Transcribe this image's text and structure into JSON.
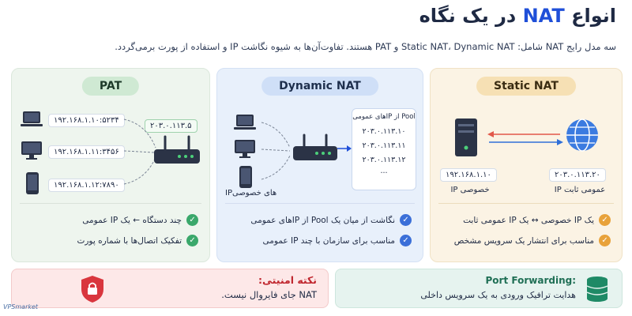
{
  "header": {
    "title_prefix": "انواع",
    "title_highlight": "NAT",
    "title_suffix": "در یک نگاه",
    "subtitle": "سه مدل رایج NAT شامل: Static NAT، Dynamic NAT و PAT هستند. تفاوت‌آن‌ها به شیوه نگاشت IP و استفاده از پورت برمی‌گردد."
  },
  "pat": {
    "title": "PAT",
    "public_ip": "۲۰۳.۰.۱۱۳.۵",
    "devices": [
      "۱۹۲.۱۶۸.۱.۱۰:۵۲۳۴",
      "۱۹۲.۱۶۸.۱.۱۱:۳۴۵۶",
      "۱۹۲.۱۶۸.۱.۱۲:۷۸۹۰"
    ],
    "features": [
      "چند دستگاه ← یک IP عمومی",
      "تفکیک اتصال‌ها با شماره پورت"
    ]
  },
  "dynamic": {
    "title": "Dynamic NAT",
    "pool_title": "Pool از IPهای عمومی",
    "pool_ips": [
      "۲۰۳.۰.۱۱۳.۱۰",
      "۲۰۳.۰.۱۱۳.۱۱",
      "۲۰۳.۰.۱۱۳.۱۲",
      "..."
    ],
    "private_label": "IPهای خصوصی",
    "features": [
      "نگاشت از میان یک Pool از IPهای عمومی",
      "مناسب برای سازمان با چند IP عمومی"
    ]
  },
  "static": {
    "title": "Static NAT",
    "private_ip": "۱۹۲.۱۶۸.۱.۱۰",
    "private_label": "IP خصوصی",
    "public_ip": "۲۰۳.۰.۱۱۳.۲۰",
    "public_label": "IP عمومی ثابت",
    "features": [
      "یک IP خصوصی ↔ یک IP عمومی ثابت",
      "مناسب برای انتشار یک سرویس مشخص"
    ]
  },
  "security": {
    "title": "نکته امنیتی:",
    "text": "NAT جای فایروال نیست."
  },
  "port_forwarding": {
    "title": "Port Forwarding:",
    "text": "هدایت ترافیک ورودی به یک سرویس داخلی"
  },
  "logo": "VPSmarket",
  "colors": {
    "accent": "#1f4fd8",
    "pat_bg": "#eef5ee",
    "dynamic_bg": "#e8f0fb",
    "static_bg": "#fbf3e4",
    "check_green": "#3aa86b",
    "check_blue": "#3b6fd8",
    "check_orange": "#e8a23a",
    "security_red": "#d9363e"
  }
}
